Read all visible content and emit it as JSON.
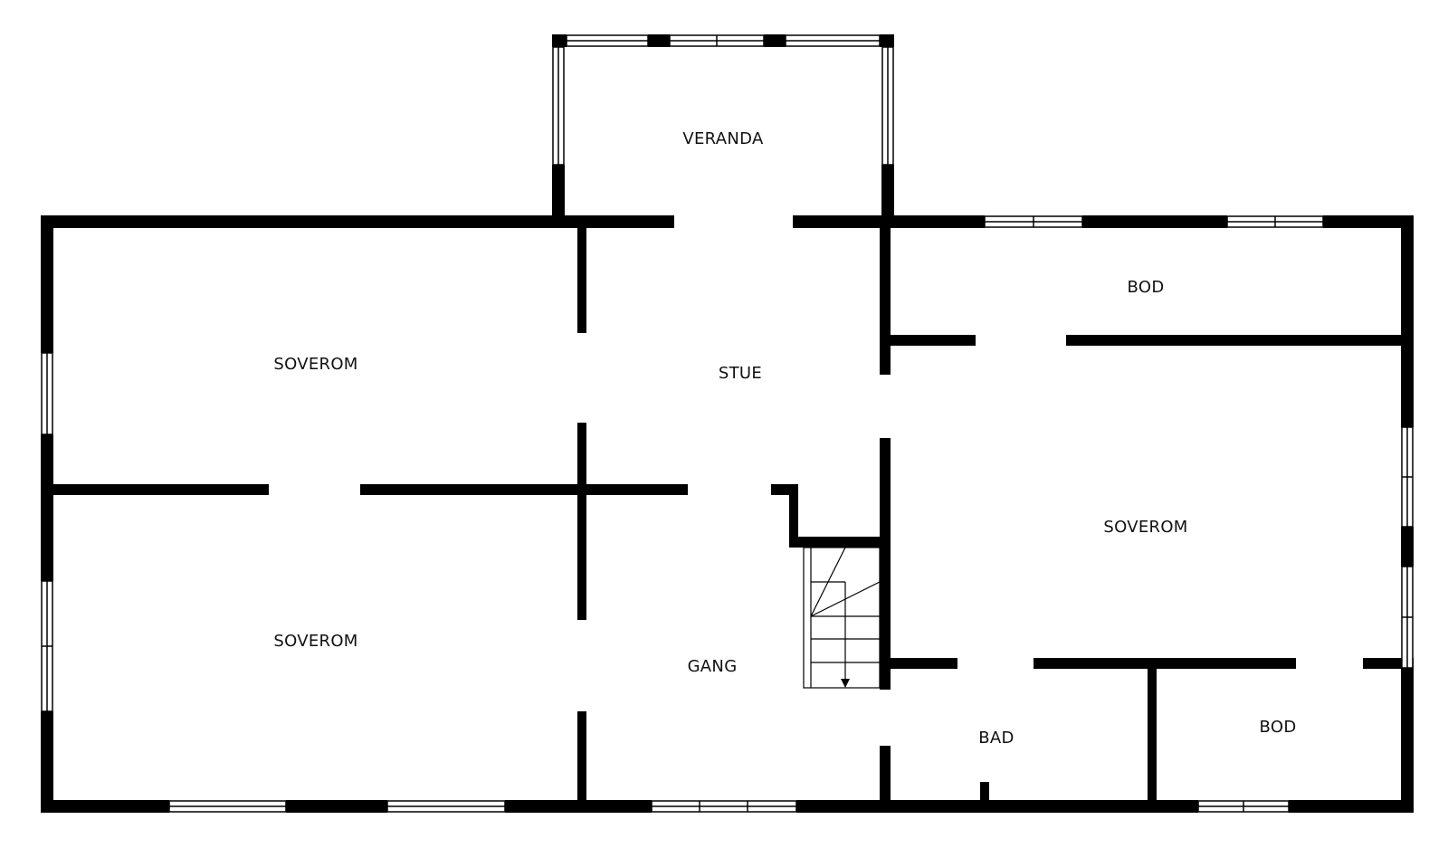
{
  "colors": {
    "wall": "#000000",
    "background": "#ffffff",
    "window_frame": "#000000",
    "stair_line": "#000000",
    "label": "#111111"
  },
  "rooms": {
    "veranda": "VERANDA",
    "soverom_top_left": "SOVEROM",
    "soverom_bottom_left": "SOVEROM",
    "stue": "STUE",
    "gang": "GANG",
    "bod_top": "BOD",
    "soverom_right": "SOVEROM",
    "bad": "BAD",
    "bod_bottom": "BOD"
  },
  "symbols": {
    "windows": "window-symbol",
    "stairs": "staircase-down-symbol"
  }
}
